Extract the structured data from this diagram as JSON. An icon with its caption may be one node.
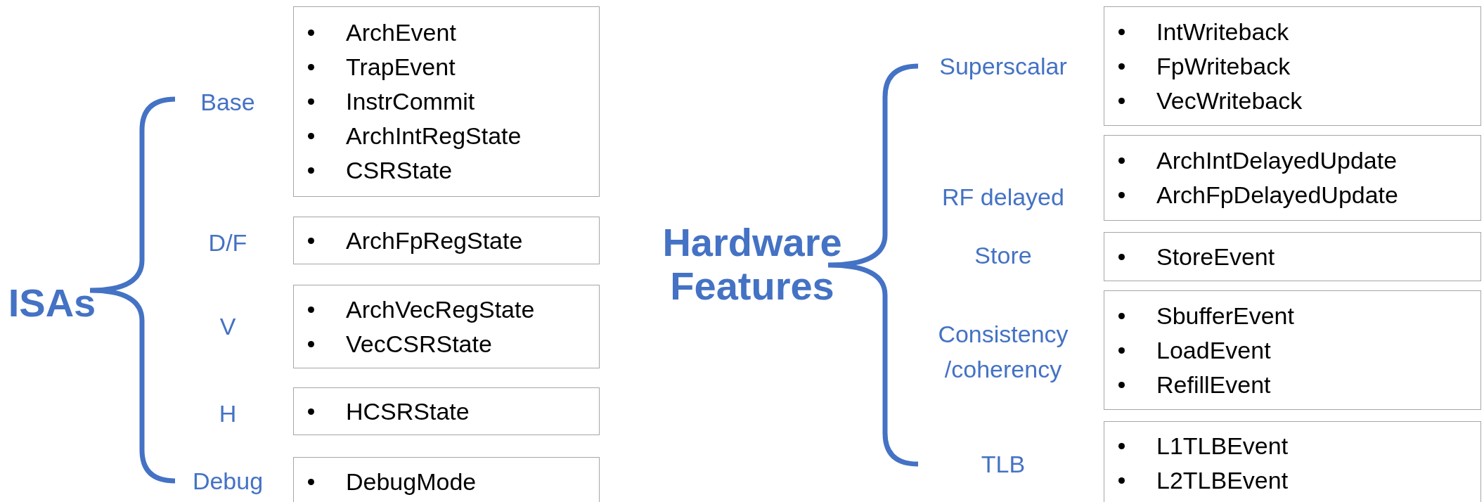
{
  "diagram": {
    "nodes": [
      {
        "text": [
          "ArchEvent",
          "TrapEvent",
          "InstrCommit",
          "ArchIntRegState",
          "CSRState"
        ],
        "beside": [
          "Base"
        ]
      },
      {
        "text": [
          "ArchFpRegState"
        ],
        "beside": [
          "D/F"
        ]
      },
      {
        "text": [
          "ArchVecRegState",
          "VecCSRState"
        ],
        "beside": [
          "V"
        ]
      },
      {
        "text": [
          "HCSRState"
        ],
        "beside": [
          "H"
        ]
      },
      {
        "text": [
          "DebugMode"
        ],
        "beside": [
          "Debug"
        ]
      },
      {
        "text": [
          "IntWriteback",
          "FpWriteback",
          "VecWriteback"
        ],
        "beside": [
          "Superscalar"
        ]
      },
      {
        "text": [
          "ArchIntDelayedUpdate",
          "ArchFpDelayedUpdate"
        ],
        "beside": [
          "RF delayed"
        ]
      },
      {
        "text": [
          "StoreEvent"
        ],
        "beside": [
          "Store"
        ]
      },
      {
        "text": [
          "SbufferEvent",
          "LoadEvent",
          "RefillEvent"
        ],
        "beside": [
          "Consistency /coherency"
        ]
      },
      {
        "text": [
          "L1TLBEvent",
          "L2TLBEvent"
        ],
        "beside": [
          "TLB"
        ]
      }
    ],
    "labels": [
      "ISAs",
      "Hardware Features"
    ]
  }
}
